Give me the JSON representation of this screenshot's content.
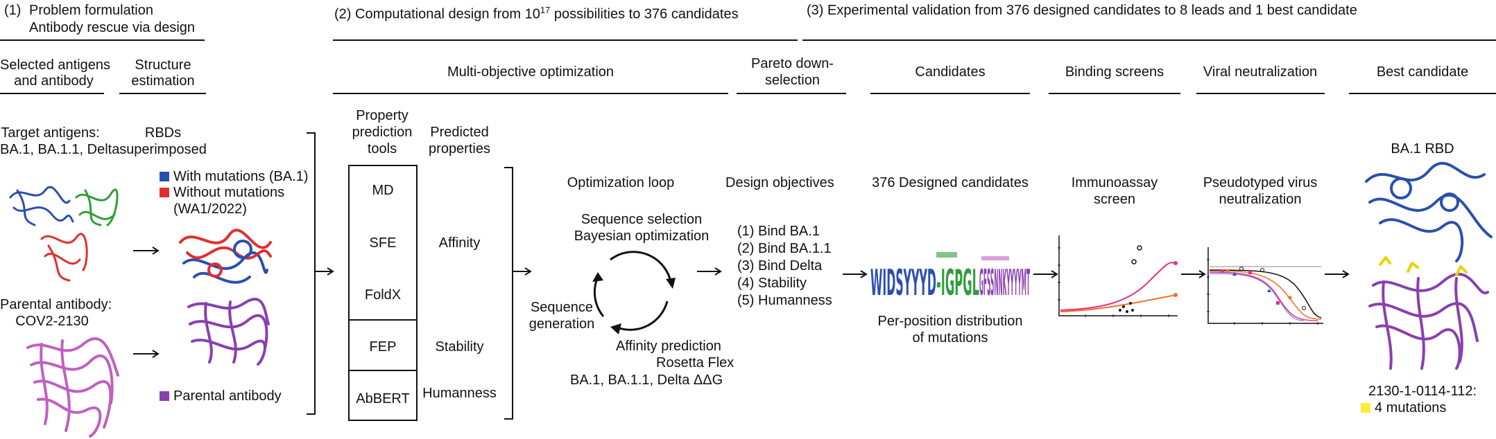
{
  "colors": {
    "blue": "#2a4fb0",
    "red": "#e0302c",
    "green": "#2f9e3a",
    "purple": "#8a3fb0",
    "magenta": "#c060c0",
    "yellow": "#ffeb3b",
    "pink": "#e0308c",
    "orange": "#f07020"
  },
  "section1": {
    "num": "(1)",
    "title1": "Problem formulation",
    "title2": "Antibody rescue via design",
    "col1_head1": "Selected antigens",
    "col1_head2": "and antibody",
    "col2_head1": "Structure",
    "col2_head2": "estimation",
    "target1": "Target antigens:",
    "target2": "BA.1, BA.1.1, Delta",
    "parental1": "Parental antibody:",
    "parental2": "COV2-2130",
    "rbd1": "RBDs",
    "rbd2": "superimposed",
    "legend_with": "With mutations (BA.1)",
    "legend_without1": "Without mutations",
    "legend_without2": "(WA1/2022)",
    "legend_parental": "Parental antibody"
  },
  "section2": {
    "title_pre": "(2)  Computational design from 10",
    "title_sup": "17",
    "title_post": " possibilities to 376 candidates",
    "moo": "Multi-objective optimization",
    "pareto1": "Pareto down-",
    "pareto2": "selection",
    "ppt1": "Property",
    "ppt2": "prediction",
    "ppt3": "tools",
    "pp1": "Predicted",
    "pp2": "properties",
    "tools": [
      "MD",
      "SFE",
      "FoldX",
      "FEP",
      "AbBERT"
    ],
    "props": [
      "Affinity",
      "Stability",
      "Humanness"
    ],
    "loop_title": "Optimization loop",
    "seqsel1": "Sequence selection",
    "seqsel2": "Bayesian optimization",
    "seqgen1": "Sequence",
    "seqgen2": "generation",
    "aff1": "Affinity prediction",
    "aff2": "Rosetta Flex",
    "aff3": "BA.1, BA.1.1, Delta ΔΔG",
    "design_obj": "Design objectives",
    "objectives": [
      "(1) Bind BA.1",
      "(2) Bind BA.1.1",
      "(3) Bind Delta",
      "(4) Stability",
      "(5) Humanness"
    ]
  },
  "section3": {
    "title": "(3)  Experimental validation from 376 designed candidates to 8 leads and 1 best candidate",
    "candidates": "Candidates",
    "binding": "Binding screens",
    "viral": "Viral neutralization",
    "best": "Best candidate",
    "designed": "376 Designed candidates",
    "logo_seq": "WIDSYYYD-IGPGLGFSSNNKYYYYMT",
    "perpos1": "Per-position distribution",
    "perpos2": "of mutations",
    "immuno1": "Immunoassay",
    "immuno2": "screen",
    "pseudo1": "Pseudotyped virus",
    "pseudo2": "neutralization",
    "ba1rbd": "BA.1 RBD",
    "bestname": "2130-1-0114-112:",
    "mutations": "4 mutations"
  }
}
